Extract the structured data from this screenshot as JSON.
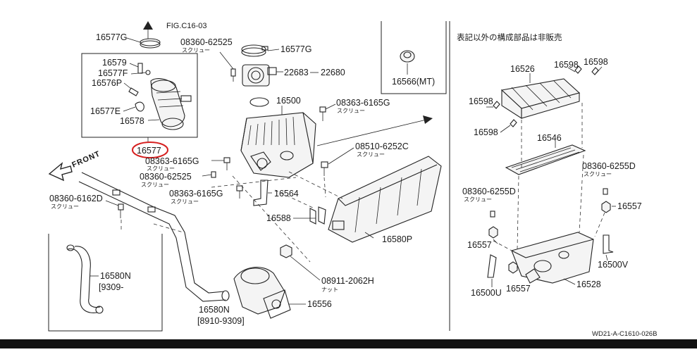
{
  "header": {
    "fig_ref": "FIG.C16-03",
    "jp_note": "表記以外の構成部品は非販売"
  },
  "front_label": "FRONT",
  "highlighted_part": "16577",
  "labels": {
    "p16577G_a": "16577G",
    "p08360_62525_top": "08360-62525",
    "p16577G_b": "16577G",
    "p16579": "16579",
    "p16577F": "16577F",
    "p16576P": "16576P",
    "p16577E": "16577E",
    "p16578": "16578",
    "p22683": "22683",
    "p22680": "22680",
    "p16500": "16500",
    "p08363_6165G_a": "08363-6165G",
    "p08363_6165G_b": "08363-6165G",
    "p08360_62525_mid": "08360-62525",
    "p08363_6165G_c": "08363-6165G",
    "p16564": "16564",
    "p08510_6252C": "08510-6252C",
    "p08360_6162D": "08360-6162D",
    "p16588": "16588",
    "p16580P": "16580P",
    "p08911_2062H": "08911-2062H",
    "p16580N_a": "16580N",
    "p9309": "[9309-",
    "p16580N_b": "16580N",
    "p8910_9309": "[8910-9309]",
    "p16556": "16556",
    "p16566MT": "16566(MT)",
    "p16526": "16526",
    "p16598_a": "16598",
    "p16598_b": "16598",
    "p16598_c": "16598",
    "p16598_d": "16598",
    "p16546": "16546",
    "p08360_6255D_a": "08360-6255D",
    "p08360_6255D_b": "08360-6255D",
    "p16557_a": "16557",
    "p16557_b": "16557",
    "p16557_c": "16557",
    "p16500V": "16500V",
    "p16500U": "16500U",
    "p16528": "16528"
  },
  "screw_notes": {
    "s1": "スクリュー",
    "s2": "スクリュー",
    "s3": "スクリュー",
    "s4": "スクリュー",
    "s5": "スクリュー",
    "s6": "スクリュー",
    "s7": "スクリュー",
    "s8": "スクリュー",
    "s9": "スクリュー",
    "nut": "ナット"
  },
  "footer_ref": "WD21-A-C1610-026B",
  "colors": {
    "highlight": "#d62020",
    "ink": "#222222",
    "bottom_bar": "#111111"
  }
}
